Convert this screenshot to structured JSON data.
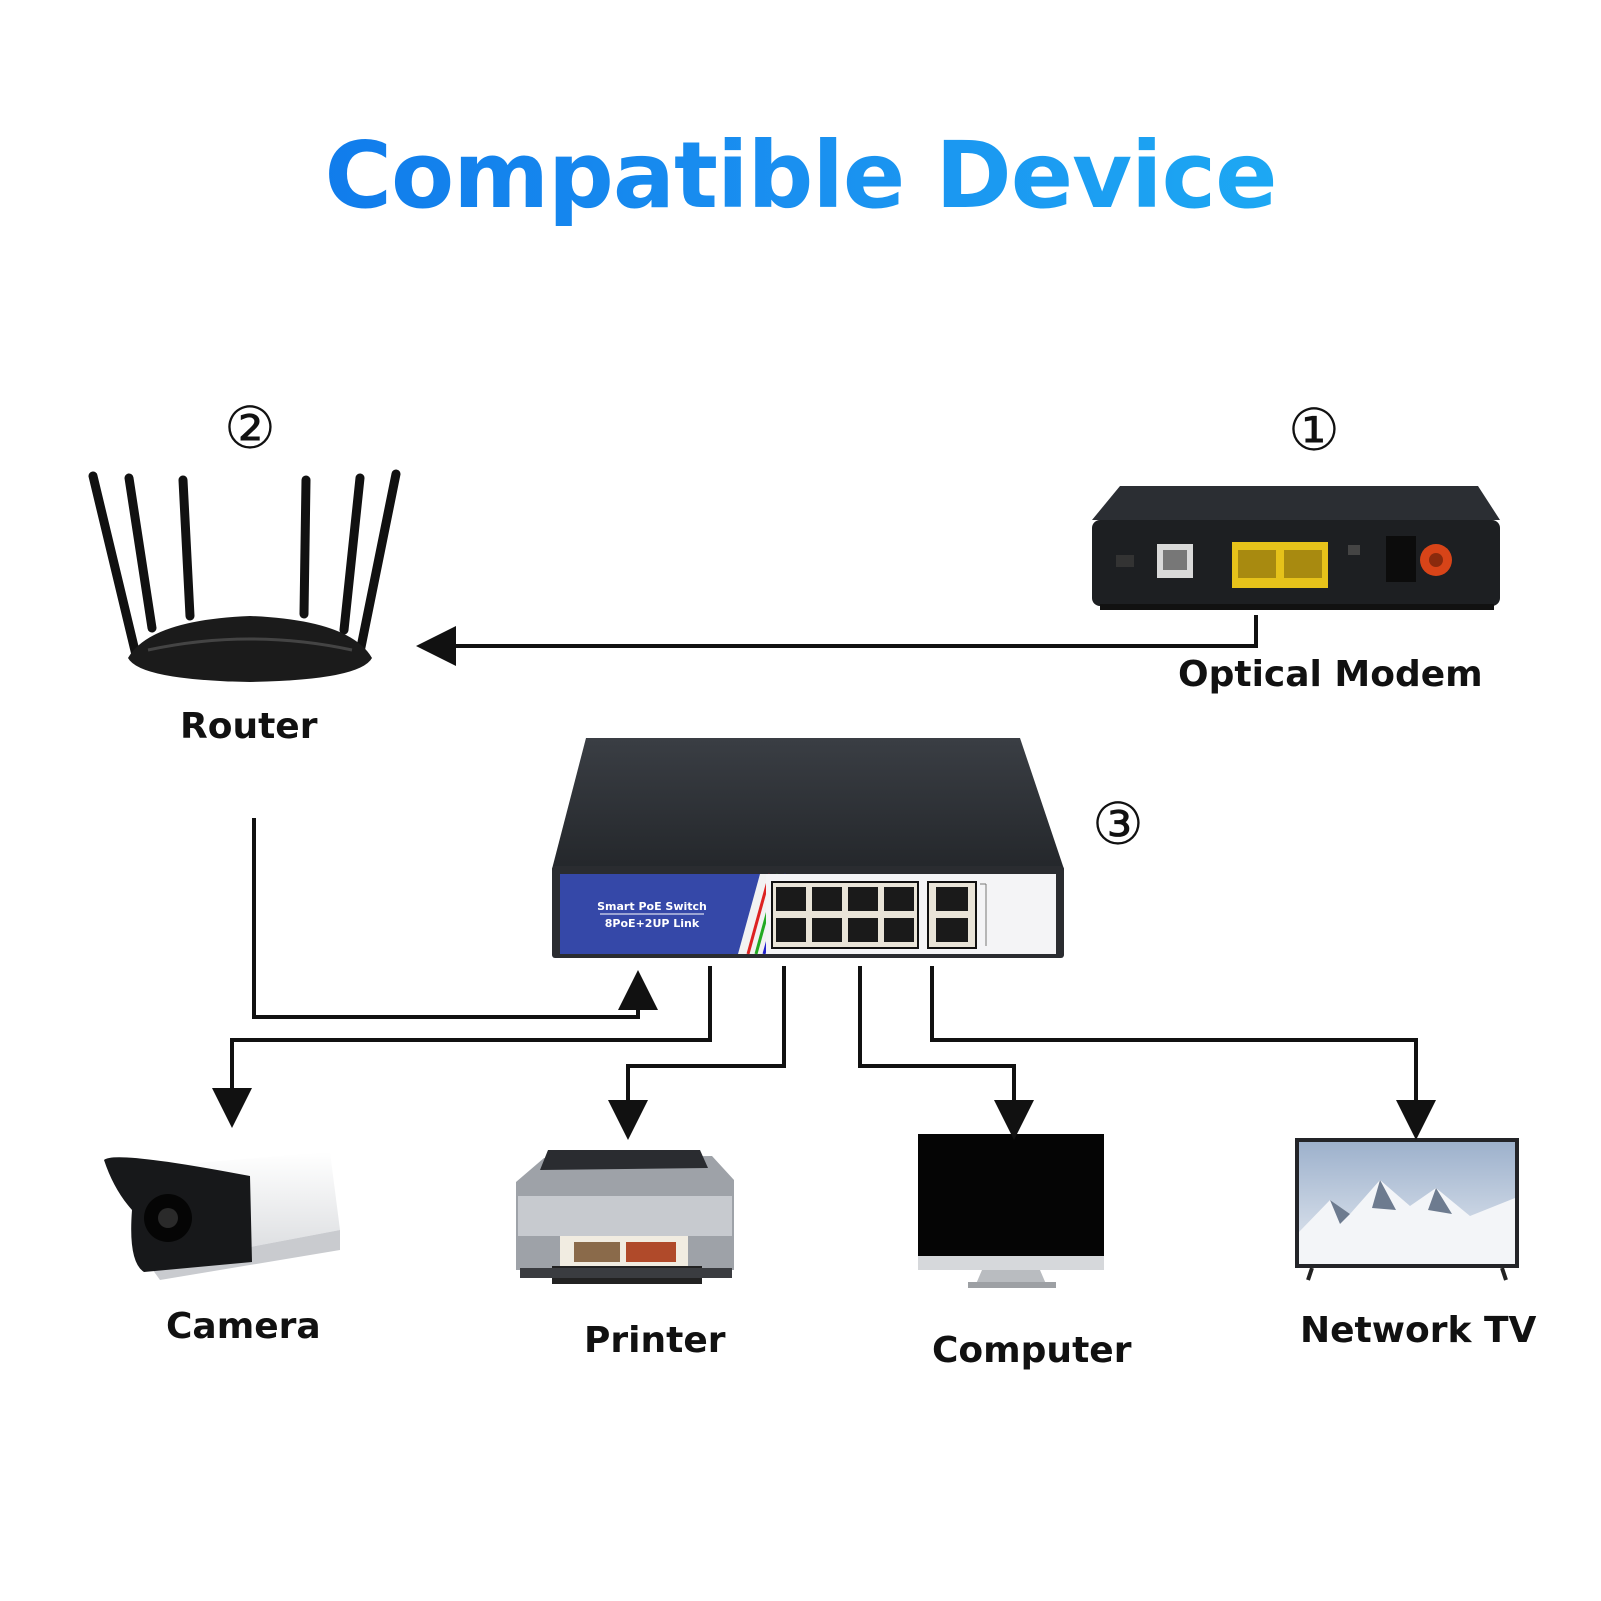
{
  "title": "Compatible Device",
  "devices": {
    "optical_modem": {
      "number": "①",
      "label": "Optical Modem"
    },
    "router": {
      "number": "②",
      "label": "Router"
    },
    "switch": {
      "number": "③",
      "panel_line1": "Smart PoE Switch",
      "panel_line2": "8PoE+2UP Link"
    },
    "camera": {
      "label": "Camera"
    },
    "printer": {
      "label": "Printer"
    },
    "computer": {
      "label": "Computer"
    },
    "network_tv": {
      "label": "Network TV"
    }
  },
  "colors": {
    "title_start": "#0a6fe8",
    "title_end": "#1fb8f5",
    "switch_panel": "#3548a8",
    "modem_port": "#e6c21a",
    "modem_button": "#d84418"
  }
}
